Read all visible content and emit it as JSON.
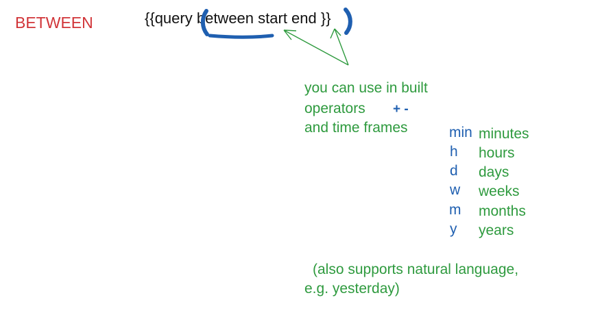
{
  "title": "BETWEEN",
  "query": {
    "prefix": "{{query ",
    "between": "between",
    "middle": " start ",
    "end": "end",
    "suffix": " }}"
  },
  "note": {
    "line1": "you can use in built",
    "line2": "operators",
    "line3": "and time frames",
    "operators": "+ -"
  },
  "time_frames": [
    {
      "abbr": "min",
      "full": "minutes"
    },
    {
      "abbr": "h",
      "full": "hours"
    },
    {
      "abbr": "d",
      "full": "days"
    },
    {
      "abbr": "w",
      "full": "weeks"
    },
    {
      "abbr": "m",
      "full": "months"
    },
    {
      "abbr": "y",
      "full": "years"
    }
  ],
  "footer": {
    "line1": "(also supports natural language,",
    "line2": "e.g. yesterday)"
  },
  "colors": {
    "title": "#d13438",
    "annotation": "#2e9a3e",
    "ink": "#1f5fb0"
  }
}
